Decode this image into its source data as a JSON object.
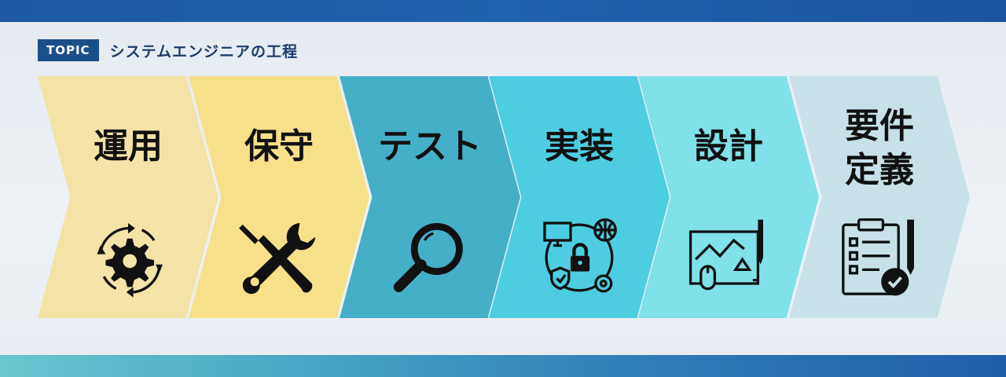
{
  "header": {
    "badge": "TOPIC",
    "title": "システムエンジニアの工程"
  },
  "steps": [
    {
      "label": "運用",
      "color": "#f3e3a6",
      "icon": "gear-cycle-icon"
    },
    {
      "label": "保守",
      "color": "#f7e08a",
      "icon": "tools-icon"
    },
    {
      "label": "テスト",
      "color": "#46afc8",
      "icon": "magnifier-icon"
    },
    {
      "label": "実装",
      "color": "#4ecde2",
      "icon": "network-security-icon"
    },
    {
      "label": "設計",
      "color": "#80e1e8",
      "icon": "design-icon"
    },
    {
      "label": "要件\n定義",
      "color": "#c8e1e9",
      "icon": "checklist-icon"
    }
  ]
}
